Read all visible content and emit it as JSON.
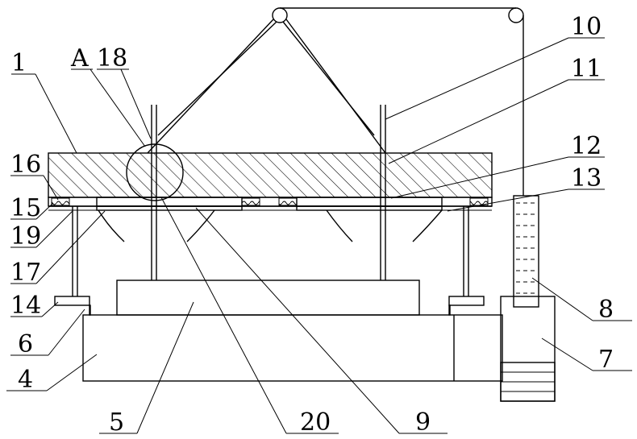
{
  "labels": {
    "l1": "1",
    "lA": "A",
    "l18": "18",
    "l10": "10",
    "l11": "11",
    "l16": "16",
    "l12": "12",
    "l13": "13",
    "l15": "15",
    "l19": "19",
    "l17": "17",
    "l14": "14",
    "l8": "8",
    "l6": "6",
    "l7": "7",
    "l4": "4",
    "l5": "5",
    "l20": "20",
    "l9": "9"
  }
}
